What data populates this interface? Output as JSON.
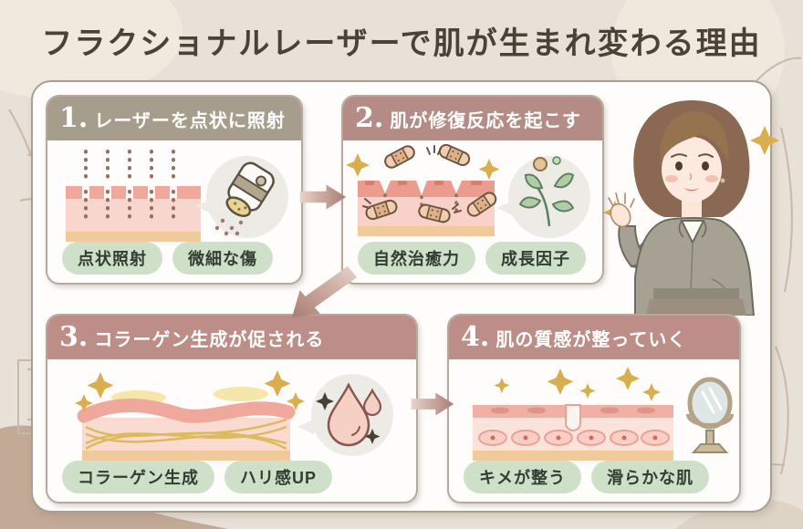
{
  "title": "フラクショナルレーザーで肌が生まれ変わる理由",
  "steps": [
    {
      "number": "1.",
      "title": "レーザーを点状に照射",
      "tags": [
        "点状照射",
        "微細な傷"
      ],
      "header_color": "#a79d8d",
      "illustration": "skin-with-laser-dots-and-handpiece"
    },
    {
      "number": "2.",
      "title": "肌が修復反応を起こす",
      "tags": [
        "自然治癒力",
        "成長因子"
      ],
      "header_color": "#b58c85",
      "illustration": "skin-with-bandages-and-sprout"
    },
    {
      "number": "3.",
      "title": "コラーゲン生成が促される",
      "tags": [
        "コラーゲン生成",
        "ハリ感UP"
      ],
      "header_color": "#bd8e87",
      "illustration": "skin-with-collagen-fibers-and-drops"
    },
    {
      "number": "4.",
      "title": "肌の質感が整っていく",
      "tags": [
        "キメが整う",
        "滑らかな肌"
      ],
      "header_color": "#bd8e87",
      "illustration": "smooth-skin-with-mirror"
    }
  ],
  "colors": {
    "page_background": "#e8e1d7",
    "panel_background": "#fffdfb",
    "panel_border": "#a89f93",
    "step1_header": "#a79d8d",
    "rose_header": "#bd8e87",
    "tag_background": "#cfe0c9",
    "tag_text": "#333d33",
    "title_text": "#4c4136",
    "arrow_dark": "#aa7d73",
    "arrow_light": "#e8d2c8",
    "sparkle_gold": "#d9ae4e"
  },
  "icons": {
    "handpiece": "laser-handpiece-icon",
    "bandage": "bandage-icon",
    "sprout": "leaf-sprout-icon",
    "drops": "water-drop-icon",
    "mirror": "hand-mirror-icon",
    "sparkle": "sparkle-icon",
    "arrow": "flow-arrow-icon"
  }
}
